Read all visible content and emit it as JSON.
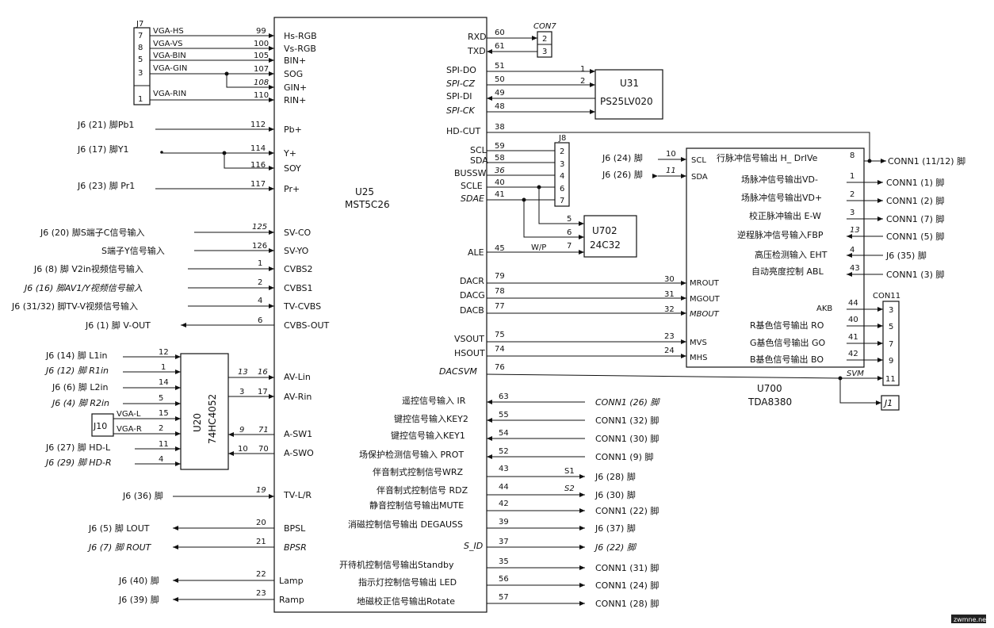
{
  "u25": {
    "ref": "U25",
    "part": "MST5C26"
  },
  "j7": {
    "ref": "J7",
    "pins": [
      "7",
      "8",
      "5",
      "3",
      "1"
    ]
  },
  "con7": {
    "ref": "CON7",
    "pins": [
      "2",
      "3"
    ]
  },
  "u31": {
    "ref": "U31",
    "part": "PS25LV020",
    "pins": [
      "1",
      "2"
    ]
  },
  "j8": {
    "ref": "J8",
    "pins": [
      "2",
      "3",
      "4",
      "6",
      "7"
    ]
  },
  "u702": {
    "ref": "U702",
    "part": "24C32",
    "pins": [
      "5",
      "6",
      "7"
    ]
  },
  "u700": {
    "ref": "U700",
    "part": "TDA8380"
  },
  "u20": {
    "ref": "U20",
    "part": "74HC4052"
  },
  "j10": {
    "ref": "J10"
  },
  "j1": {
    "ref": "J1"
  },
  "con11": {
    "ref": "CON11",
    "pins": [
      "3",
      "5",
      "7",
      "9",
      "11"
    ]
  },
  "j7_nets": [
    "VGA-HS",
    "VGA-VS",
    "VGA-BIN",
    "VGA-GIN",
    "VGA-RIN"
  ],
  "u25_left": [
    {
      "pin": "99",
      "name": "Hs-RGB"
    },
    {
      "pin": "100",
      "name": "Vs-RGB"
    },
    {
      "pin": "105",
      "name": "BIN+"
    },
    {
      "pin": "107",
      "name": "SOG"
    },
    {
      "pin": "108",
      "name": "GIN+"
    },
    {
      "pin": "110",
      "name": "RIN+"
    },
    {
      "pin": "112",
      "name": "Pb+"
    },
    {
      "pin": "114",
      "name": "Y+"
    },
    {
      "pin": "116",
      "name": "SOY"
    },
    {
      "pin": "117",
      "name": "Pr+"
    },
    {
      "pin": "125",
      "name": "SV-CO"
    },
    {
      "pin": "126",
      "name": "SV-YO"
    },
    {
      "pin": "1",
      "name": "CVBS2"
    },
    {
      "pin": "2",
      "name": "CVBS1"
    },
    {
      "pin": "4",
      "name": "TV-CVBS"
    },
    {
      "pin": "6",
      "name": "CVBS-OUT"
    },
    {
      "pin": "13",
      "name": "AV-Lin"
    },
    {
      "pin": "3",
      "name": "AV-Rin"
    },
    {
      "pin": "71",
      "name": "A-SW1"
    },
    {
      "pin": "70",
      "name": "A-SWO"
    },
    {
      "pin": "19",
      "name": "TV-L/R"
    },
    {
      "pin": "20",
      "name": "BPSL"
    },
    {
      "pin": "21",
      "name": "BPSR"
    },
    {
      "pin": "22",
      "name": "Lamp"
    },
    {
      "pin": "23",
      "name": "Ramp"
    }
  ],
  "u25_extra_pins": [
    "16",
    "17",
    "9",
    "10"
  ],
  "left_ext": [
    "J6 (21) 脚Pb1",
    "J6 (17) 脚Y1",
    "J6 (23) 脚 Pr1",
    "J6 (20) 脚S端子C信号输入",
    "S端子Y信号输入",
    "J6 (8) 脚 V2in视频信号输入",
    "J6 (16) 脚AV1/Y视频信号输入",
    "J6 (31/32) 脚TV-V视频信号输入",
    "J6 (1) 脚 V-OUT",
    "J6 (36) 脚",
    "J6 (5) 脚 LOUT",
    "J6 (7) 脚 ROUT",
    "J6 (40) 脚",
    "J6 (39) 脚"
  ],
  "u20_inputs": [
    {
      "ext": "J6 (14) 脚 L1in",
      "pin": "12"
    },
    {
      "ext": "J6 (12) 脚 R1in",
      "pin": "1"
    },
    {
      "ext": "J6 (6) 脚 L2in",
      "pin": "14"
    },
    {
      "ext": "J6 (4) 脚 R2in",
      "pin": "5"
    },
    {
      "ext": "VGA-L",
      "pin": "15"
    },
    {
      "ext": "VGA-R",
      "pin": "2"
    },
    {
      "ext": "J6 (27) 脚 HD-L",
      "pin": "11"
    },
    {
      "ext": "J6 (29) 脚 HD-R",
      "pin": "4"
    }
  ],
  "u25_right_top": [
    {
      "pin": "60",
      "name": "RXD"
    },
    {
      "pin": "61",
      "name": "TXD"
    },
    {
      "pin": "51",
      "name": "SPI-DO"
    },
    {
      "pin": "50",
      "name": "SPI-CZ"
    },
    {
      "pin": "49",
      "name": "SPI-DI"
    },
    {
      "pin": "48",
      "name": "SPI-CK"
    },
    {
      "pin": "38",
      "name": "HD-CUT"
    },
    {
      "pin": "59",
      "name": "SCL"
    },
    {
      "pin": "58",
      "name": "SDA"
    },
    {
      "pin": "36",
      "name": "BUSSW"
    },
    {
      "pin": "40",
      "name": "SCLE"
    },
    {
      "pin": "41",
      "name": "SDAE"
    },
    {
      "pin": "45",
      "name": "ALE"
    },
    {
      "pin": "79",
      "name": "DACR"
    },
    {
      "pin": "78",
      "name": "DACG"
    },
    {
      "pin": "77",
      "name": "DACB"
    },
    {
      "pin": "75",
      "name": "VSOUT"
    },
    {
      "pin": "74",
      "name": "HSOUT"
    },
    {
      "pin": "76",
      "name": "DACSVM"
    }
  ],
  "wp_label": "W/P",
  "u700_left": [
    {
      "pin": "10",
      "name": "SCL",
      "ext": "J6 (24) 脚"
    },
    {
      "pin": "11",
      "name": "SDA",
      "ext": "J6 (26) 脚"
    },
    {
      "pin": "30",
      "name": "MROUT"
    },
    {
      "pin": "31",
      "name": "MGOUT"
    },
    {
      "pin": "32",
      "name": "MBOUT"
    },
    {
      "pin": "23",
      "name": "MVS"
    },
    {
      "pin": "24",
      "name": "MHS"
    }
  ],
  "u700_right": [
    {
      "pin": "8",
      "name": "行脉冲信号输出 H_ DrIVe",
      "ext": "CONN1 (11/12) 脚"
    },
    {
      "pin": "1",
      "name": "场脉冲信号输出VD-",
      "ext": "CONN1 (1) 脚"
    },
    {
      "pin": "2",
      "name": "场脉冲信号输出VD+",
      "ext": "CONN1 (2) 脚"
    },
    {
      "pin": "3",
      "name": "校正脉冲输出 E-W",
      "ext": "CONN1 (7) 脚"
    },
    {
      "pin": "13",
      "name": "逆程脉冲信号输入FBP",
      "ext": "CONN1 (5) 脚"
    },
    {
      "pin": "4",
      "name": "高压检测输入 EHT",
      "ext": "J6 (35) 脚"
    },
    {
      "pin": "43",
      "name": "自动亮度控制 ABL",
      "ext": "CONN1 (3) 脚"
    },
    {
      "pin": "44",
      "name": "AKB"
    },
    {
      "pin": "40",
      "name": "R基色信号输出 RO"
    },
    {
      "pin": "41",
      "name": "G基色信号输出 GO"
    },
    {
      "pin": "42",
      "name": "B基色信号输出 BO"
    },
    {
      "pin": "",
      "name": "SVM"
    }
  ],
  "u25_right_bottom": [
    {
      "pin": "63",
      "name": "遥控信号输入 IR",
      "ext": "CONN1 (26) 脚"
    },
    {
      "pin": "55",
      "name": "键控信号输入KEY2",
      "ext": "CONN1 (32) 脚"
    },
    {
      "pin": "54",
      "name": "键控信号输入KEY1",
      "ext": "CONN1 (30) 脚"
    },
    {
      "pin": "52",
      "name": "场保护检测信号输入 PROT",
      "ext": "CONN1 (9) 脚"
    },
    {
      "pin": "43",
      "name": "伴音制式控制信号WRZ",
      "ext": "J6 (28) 脚",
      "tag": "S1"
    },
    {
      "pin": "44",
      "name": "伴音制式控制信号 RDZ",
      "ext": "J6 (30) 脚",
      "tag": "S2"
    },
    {
      "pin": "42",
      "name": "静音控制信号输出MUTE",
      "ext": "CONN1 (22) 脚"
    },
    {
      "pin": "39",
      "name": "消磁控制信号输出 DEGAUSS",
      "ext": "J6 (37) 脚"
    },
    {
      "pin": "37",
      "name": "S_ID",
      "ext": "J6 (22) 脚"
    },
    {
      "pin": "35",
      "name": "开待机控制信号输出Standby",
      "ext": "CONN1 (31) 脚"
    },
    {
      "pin": "56",
      "name": "指示灯控制信号输出 LED",
      "ext": "CONN1 (24) 脚"
    },
    {
      "pin": "57",
      "name": "地磁校正信号输出Rotate",
      "ext": "CONN1 (28) 脚"
    }
  ],
  "watermark": "zwmne.net"
}
